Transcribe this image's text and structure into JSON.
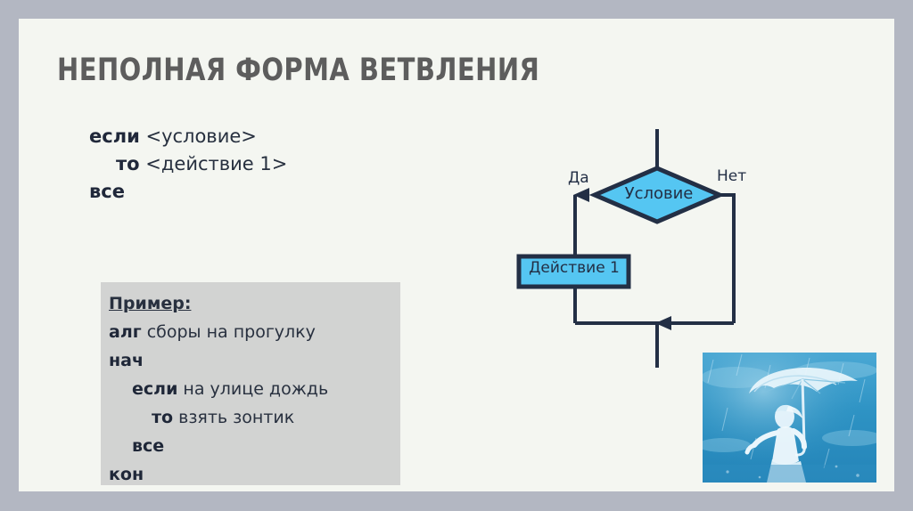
{
  "slide": {
    "title": "НЕПОЛНАЯ ФОРМА ВЕТВЛЕНИЯ",
    "background_color": "#f4f6f1",
    "frame_color": "#b3b7c2",
    "title_color": "#5d5d5d"
  },
  "pseudocode": {
    "lines": [
      {
        "keyword": "если",
        "rest": " <условие>",
        "indent": 0
      },
      {
        "keyword": "то",
        "rest": " <действие 1>",
        "indent": 1
      },
      {
        "keyword": "все",
        "rest": "",
        "indent": 0
      }
    ]
  },
  "example": {
    "heading": "Пример:",
    "box_color": "#d2d3d2",
    "lines": [
      {
        "keyword": "алг",
        "rest": " сборы на прогулку",
        "indent": 0
      },
      {
        "keyword": "нач",
        "rest": "",
        "indent": 0
      },
      {
        "keyword": "если",
        "rest": " на улице дождь",
        "indent": 1
      },
      {
        "keyword": "то",
        "rest": " взять зонтик",
        "indent": 2
      },
      {
        "keyword": "все",
        "rest": "",
        "indent": 1
      },
      {
        "keyword": "кон",
        "rest": "",
        "indent": 0
      }
    ]
  },
  "flowchart": {
    "condition_label": "Условие",
    "action_label": "Действие 1",
    "yes_label": "Да",
    "no_label": "Нет",
    "shape_fill": "#55c6f2",
    "shape_stroke": "#232f45"
  },
  "photo": {
    "caption": "woman-with-umbrella-in-rain-photo",
    "tint": "#2e93c4"
  }
}
